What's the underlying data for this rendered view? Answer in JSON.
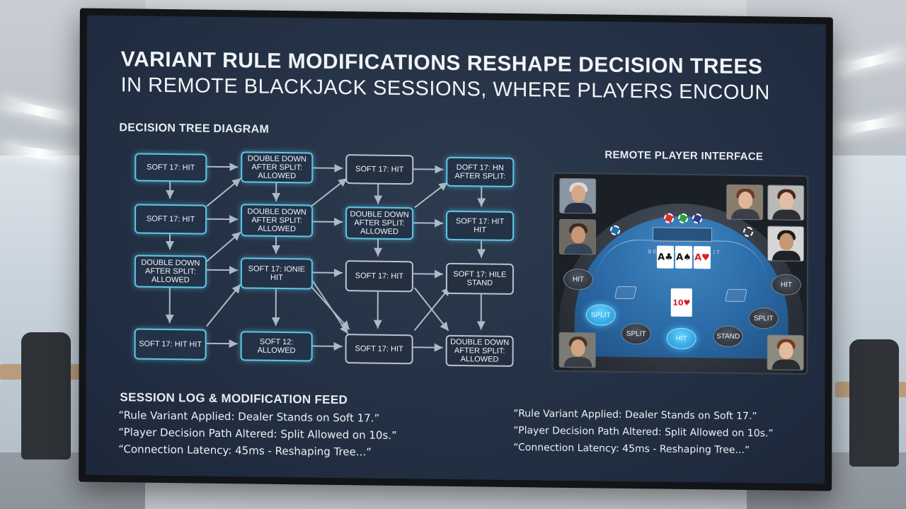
{
  "title": {
    "line1": "Variant Rule Modifications Reshape Decision Trees",
    "line2": "in Remote Blackjack Sessions, Where Players Encoun"
  },
  "tree": {
    "label": "Decision Tree Diagram",
    "nodes": [
      "Soft 17: Hit",
      "Double Down After Split: Allowed",
      "Soft 17: Hit",
      "Doft 17: Hn After Split:",
      "Soft 17: Hit",
      "Double Down After Split: Allowed",
      "Double Down After Split: Allowed",
      "Soft 17: Hit Hit",
      "Double Down After Split: Allowed",
      "Soft 17: Ionie Hit",
      "Soft 17: Hit",
      "Soft 17: Hile Stand",
      "Soft 17: Hit Hit",
      "Soft 12: Allowed",
      "Soft 17: Hit",
      "Double Down After Split: Allowed"
    ]
  },
  "log": {
    "label": "Session Log & Modification Feed",
    "left": [
      "“Rule Variant Applied: Dealer Stands on Soft 17.”",
      "“Player Decision Path Altered: Split Allowed on 10s.”",
      "“Connection Latency: 45ms - Reshaping Tree...”"
    ],
    "right": [
      "“Rule Variant Applied: Dealer Stands on Soft 17.”",
      "“Player Decision Path Altered: Split Allowed on 10s.”",
      "“Connection Latency: 45ms - Reshaping Tree...”"
    ]
  },
  "interface": {
    "label": "Remote Player Interface",
    "buttons": {
      "hit_left": "Hit",
      "hit_right": "Hit",
      "split_left": "Split",
      "split_center": "Split",
      "hit_center": "Hit",
      "stand": "Stand",
      "split_right": "Split"
    },
    "dealer_cards": [
      "A♣",
      "A♠",
      "A♥"
    ],
    "player_card": "10♥",
    "felt_text": "ВЕТ | НОМ | SPLIT"
  },
  "colors": {
    "accent": "#60c6e8",
    "screen_bg": "#233044",
    "felt": "#2b6aa6",
    "active_button": "#1f8fd0"
  }
}
